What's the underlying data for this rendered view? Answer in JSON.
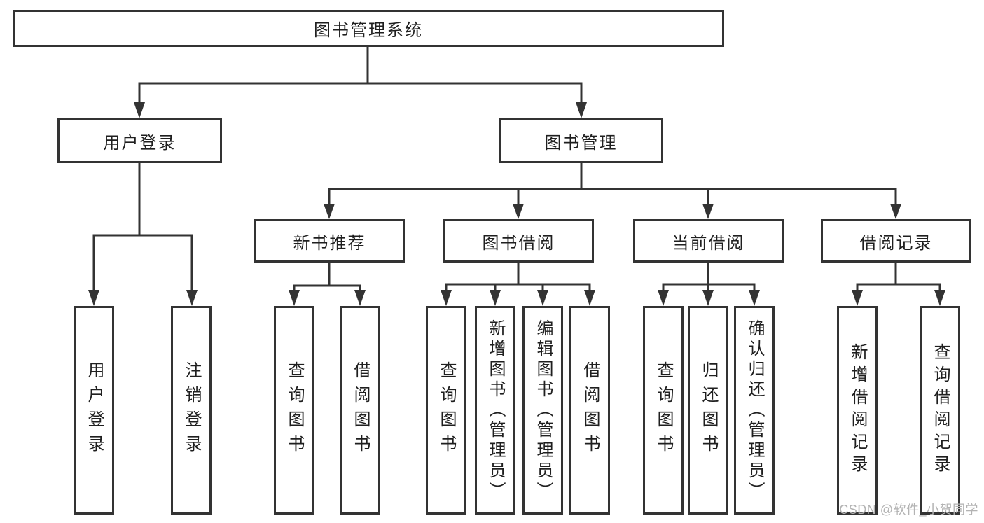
{
  "colors": {
    "line": "#333333",
    "text": "#1f1f1f",
    "watermark": "#b3b3b3",
    "canvas": "#ffffff"
  },
  "diagram": {
    "root": {
      "label": "图书管理系统"
    },
    "level2": [
      {
        "label": "用户登录"
      },
      {
        "label": "图书管理"
      }
    ],
    "level3": [
      {
        "label": "新书推荐"
      },
      {
        "label": "图书借阅"
      },
      {
        "label": "当前借阅"
      },
      {
        "label": "借阅记录"
      }
    ],
    "leaves": [
      [
        "用户登录",
        "注销登录"
      ],
      [
        "查询图书",
        "借阅图书"
      ],
      [
        "查询图书",
        "新增图书（管理员）",
        "编辑图书（管理员）",
        "借阅图书"
      ],
      [
        "查询图书",
        "归还图书",
        "确认归还（管理员）"
      ],
      [
        "新增借阅记录",
        "查询借阅记录"
      ]
    ]
  },
  "watermark": {
    "text": "CSDN @软件_小贺同学"
  }
}
